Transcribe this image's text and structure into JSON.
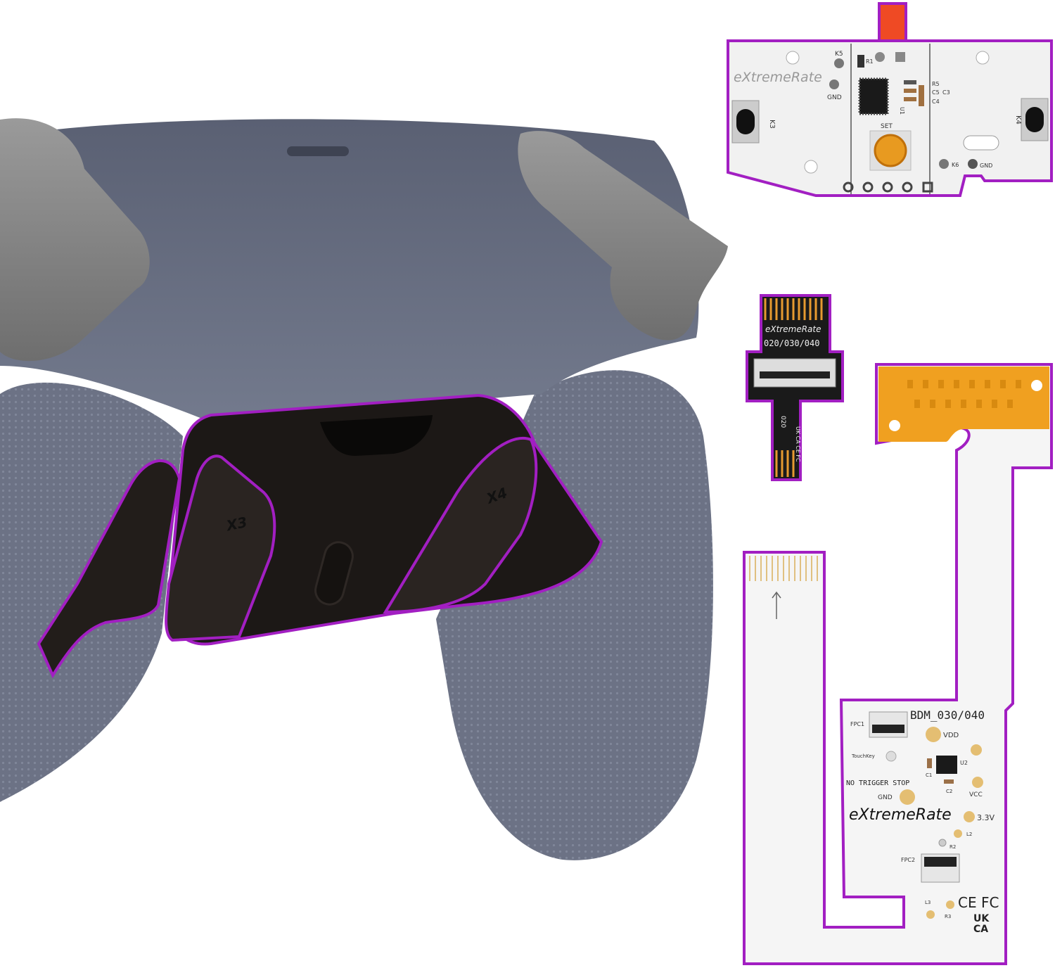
{
  "colors": {
    "outline": "#a21fc2",
    "controller_body": "#6c7285",
    "trigger_grey": "#8c8c8c",
    "paddle_black": "#1c1816",
    "pcb_white": "#f1f1f1",
    "flex_orange": "#f0a020",
    "led_red": "#f04020"
  },
  "controller": {
    "paddle_left_label": "X3",
    "paddle_right_label": "X4"
  },
  "main_board": {
    "brand": "eXtremeRate",
    "labels": [
      "K5",
      "GND",
      "R1",
      "R5",
      "C5",
      "C3",
      "C4",
      "U1",
      "SET",
      "K3",
      "K4",
      "K6",
      "GND"
    ]
  },
  "small_flex": {
    "brand": "eXtremeRate",
    "model": "020/030/040",
    "side_text": "020",
    "marks": "UK CA CE FC"
  },
  "bdm_board": {
    "model": "BDM_030/040",
    "fpc1": "FPC1",
    "vdd": "VDD",
    "touchkey": "TouchKey",
    "u2": "U2",
    "c1": "C1",
    "no_trigger_stop": "NO TRIGGER STOP",
    "c2": "C2",
    "gnd": "GND",
    "vcc": "VCC",
    "brand": "eXtremeRate",
    "v33": "3.3V",
    "l2": "L2",
    "r2": "R2",
    "fpc2": "FPC2",
    "l3": "L3",
    "r3": "R3",
    "ce_fc": "CE FC",
    "uk": "UK",
    "ca": "CA"
  }
}
